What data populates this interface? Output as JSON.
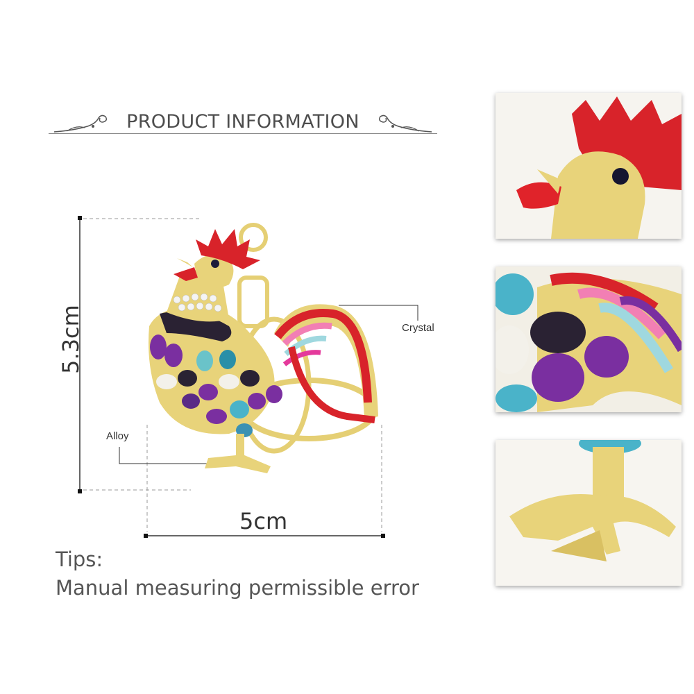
{
  "header": {
    "title": "PRODUCT INFORMATION"
  },
  "labels": {
    "crystal": "Crystal",
    "alloy": "Alloy"
  },
  "dimensions": {
    "height": "5.3cm",
    "width": "5cm"
  },
  "tips": {
    "title": "Tips:",
    "text": "Manual measuring permissible error"
  },
  "detail_images": [
    {
      "name": "rooster-head-closeup"
    },
    {
      "name": "rooster-feathers-closeup"
    },
    {
      "name": "rooster-feet-closeup"
    }
  ],
  "colors": {
    "gold": "#e8d37a",
    "red": "#d8232a",
    "purple": "#7a2fa0",
    "dark": "#2a2233"
  }
}
